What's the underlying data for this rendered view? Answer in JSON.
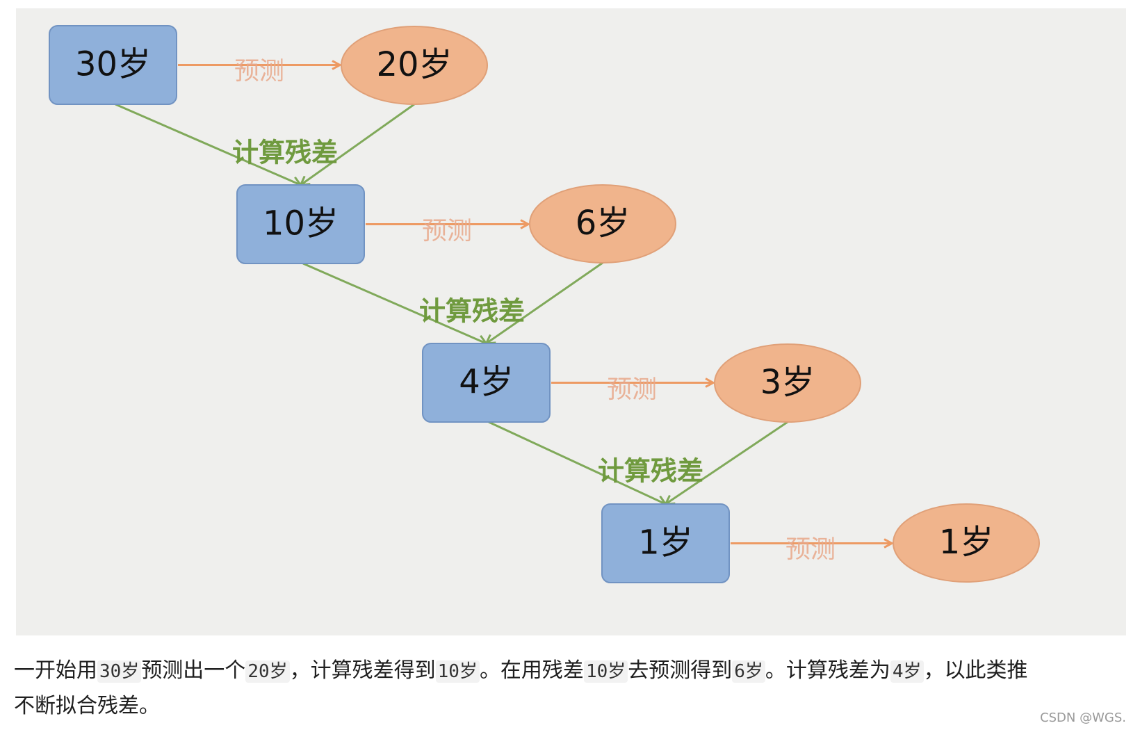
{
  "diagram": {
    "boxes": [
      "30岁",
      "10岁",
      "4岁",
      "1岁"
    ],
    "ellipses": [
      "20岁",
      "6岁",
      "3岁",
      "1岁"
    ],
    "predict_label": "预测",
    "residual_label": "计算残差",
    "colors": {
      "box_fill": "#8fb0da",
      "box_stroke": "#7193c2",
      "ellipse_fill": "#f0b48c",
      "ellipse_stroke": "#e0a078",
      "predict_arrow": "#ed9a63",
      "residual_arrow": "#80a95a",
      "background": "#efefed"
    }
  },
  "caption": {
    "t1": "一开始用",
    "c1": "30岁",
    "t2": "预测出一个",
    "c2": "20岁",
    "t3": "，计算残差得到",
    "c3": "10岁",
    "t4": "。在用残差",
    "c4": "10岁",
    "t5": "去预测得到",
    "c5": "6岁",
    "t6": "。计算残差为",
    "c6": "4岁",
    "t7": "，以此类推",
    "t8": "不断拟合残差。"
  },
  "watermark": "CSDN @WGS."
}
